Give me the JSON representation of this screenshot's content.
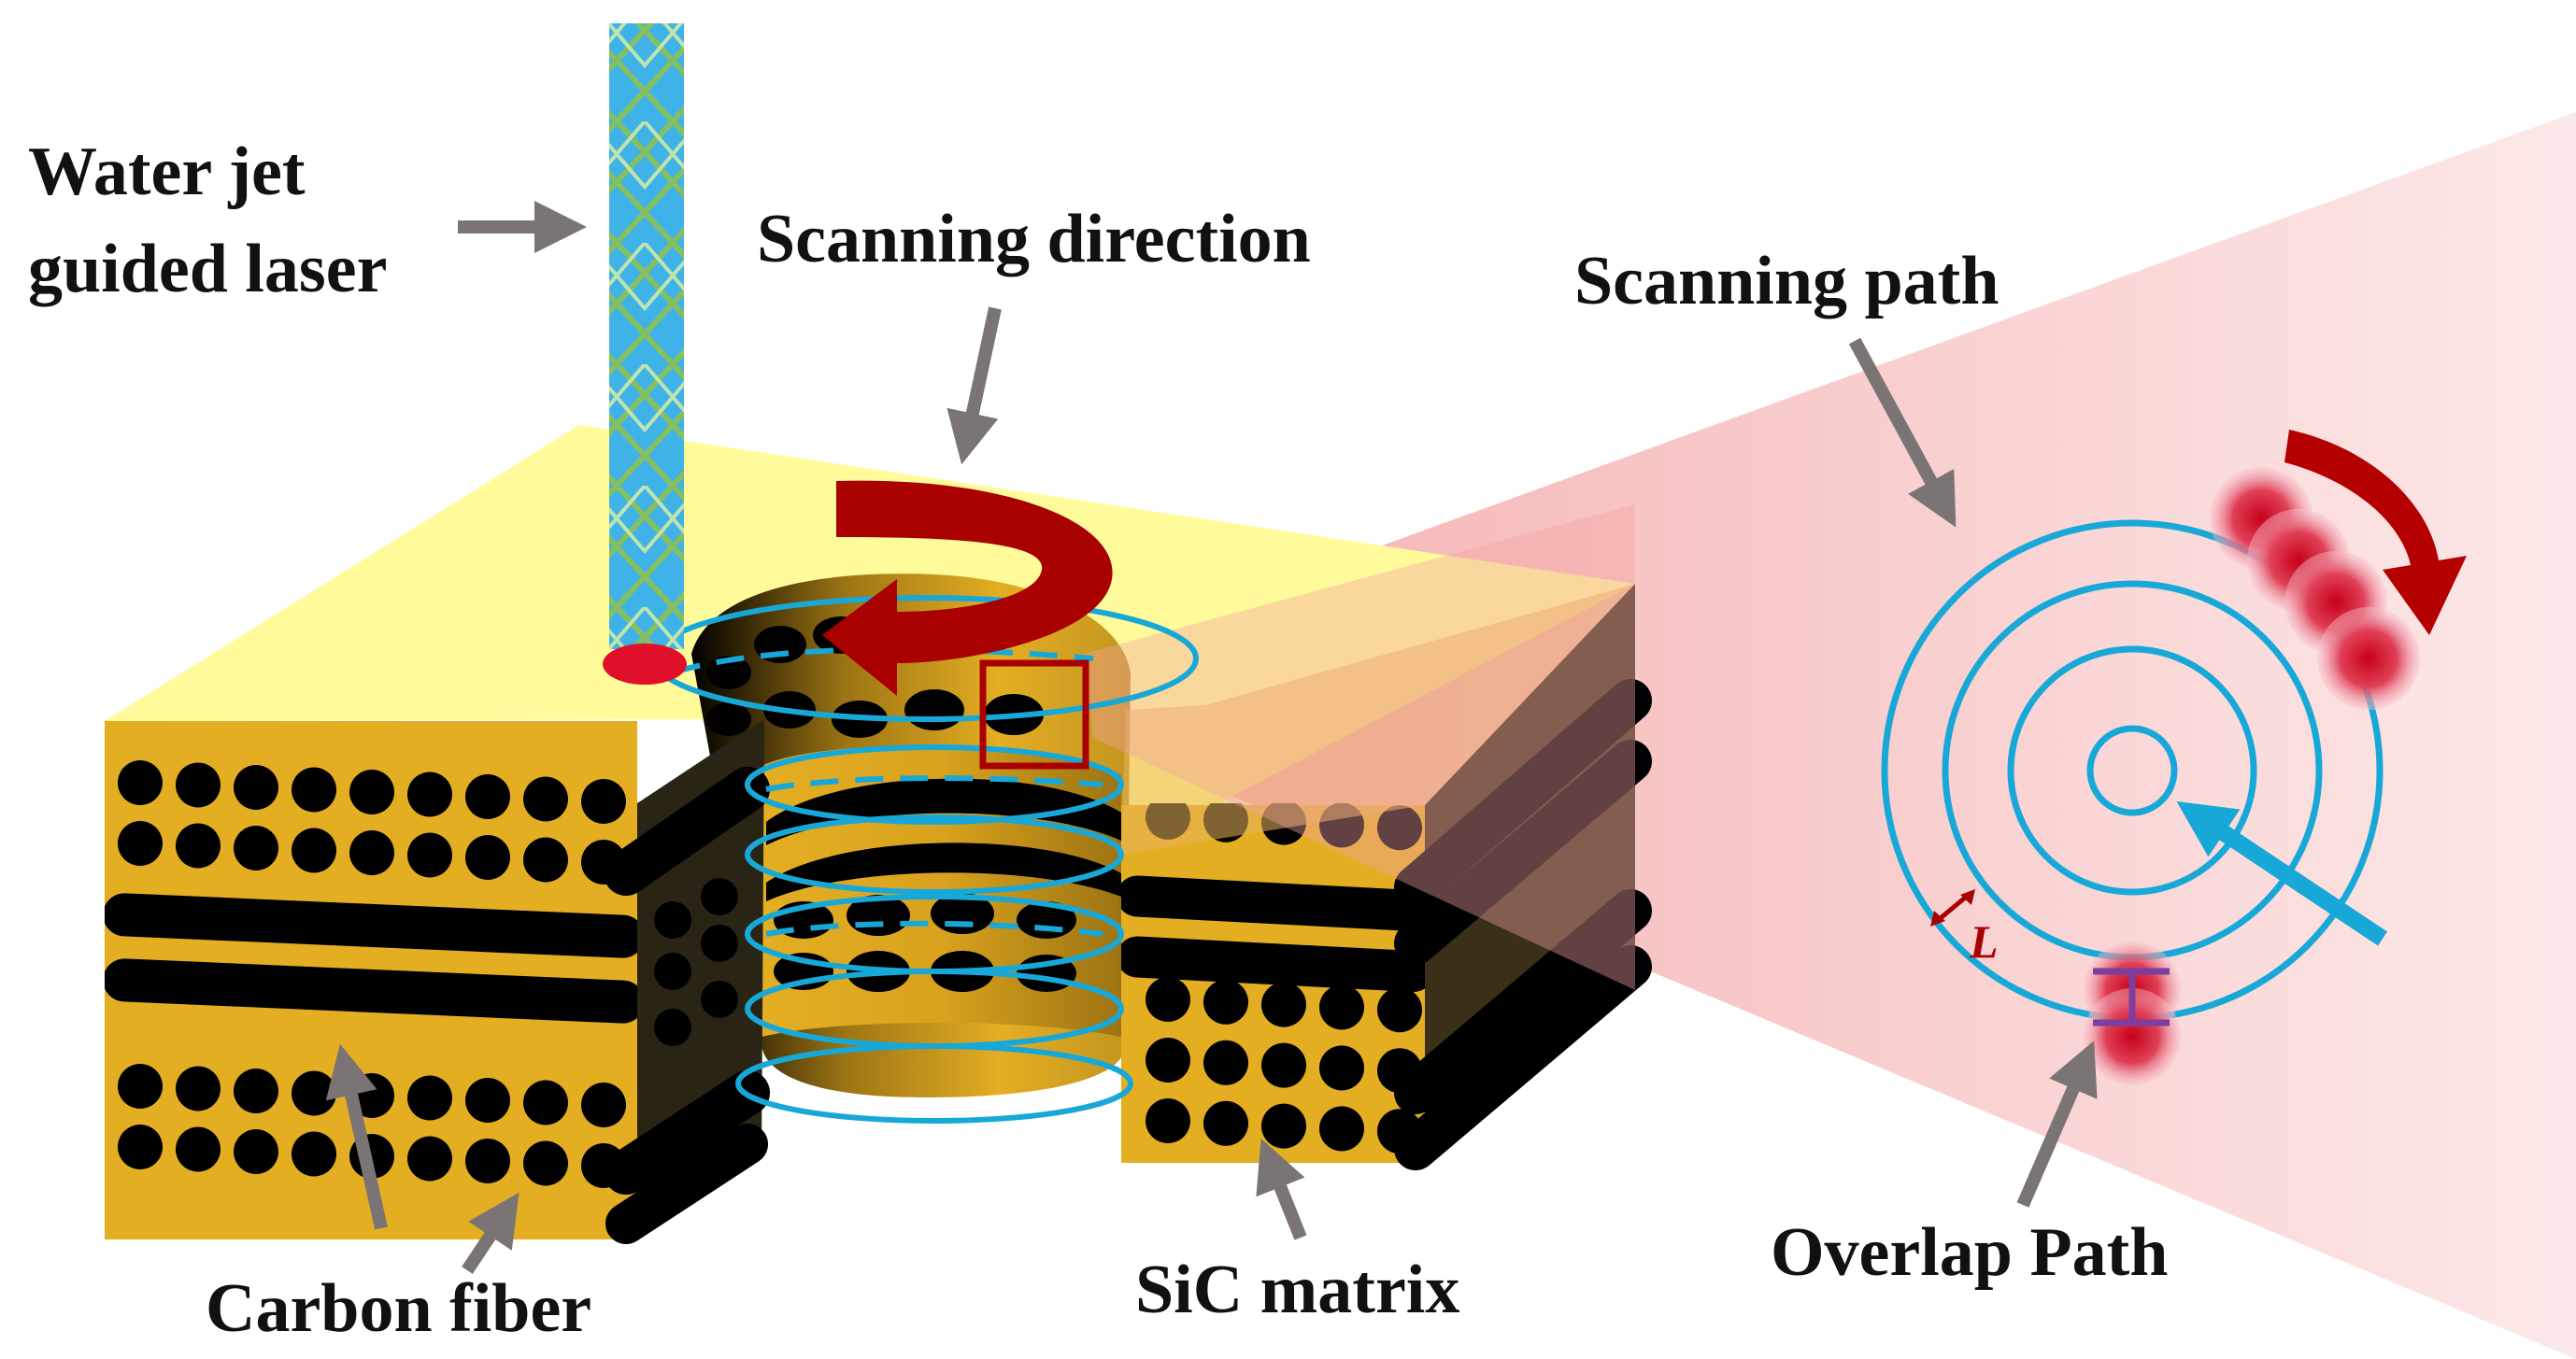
{
  "labels": {
    "water_jet_line1": "Water jet",
    "water_jet_line2": "guided laser",
    "scanning_direction": "Scanning direction",
    "scanning_path": "Scanning path",
    "carbon_fiber": "Carbon fiber",
    "sic_matrix": "SiC matrix",
    "overlap_path": "Overlap Path",
    "spacing_symbol": "L"
  },
  "colors": {
    "matrix": "#E4AE23",
    "top_surface": "#FFFB9A",
    "fiber": "#000000",
    "path": "#18A8D8",
    "laser_spot": "#E0102A",
    "arrow_red": "#A90000",
    "pointer_gray": "#7A7474",
    "zoom_fill": "#F6B1B1",
    "water_jet": "#3FB2E8",
    "jet_pattern": "#8CC152",
    "overlap_marker": "#7B3FA0"
  },
  "icons": [
    "rotation-arrow-icon",
    "laser-spot-icon",
    "pointer-arrow-icon"
  ]
}
